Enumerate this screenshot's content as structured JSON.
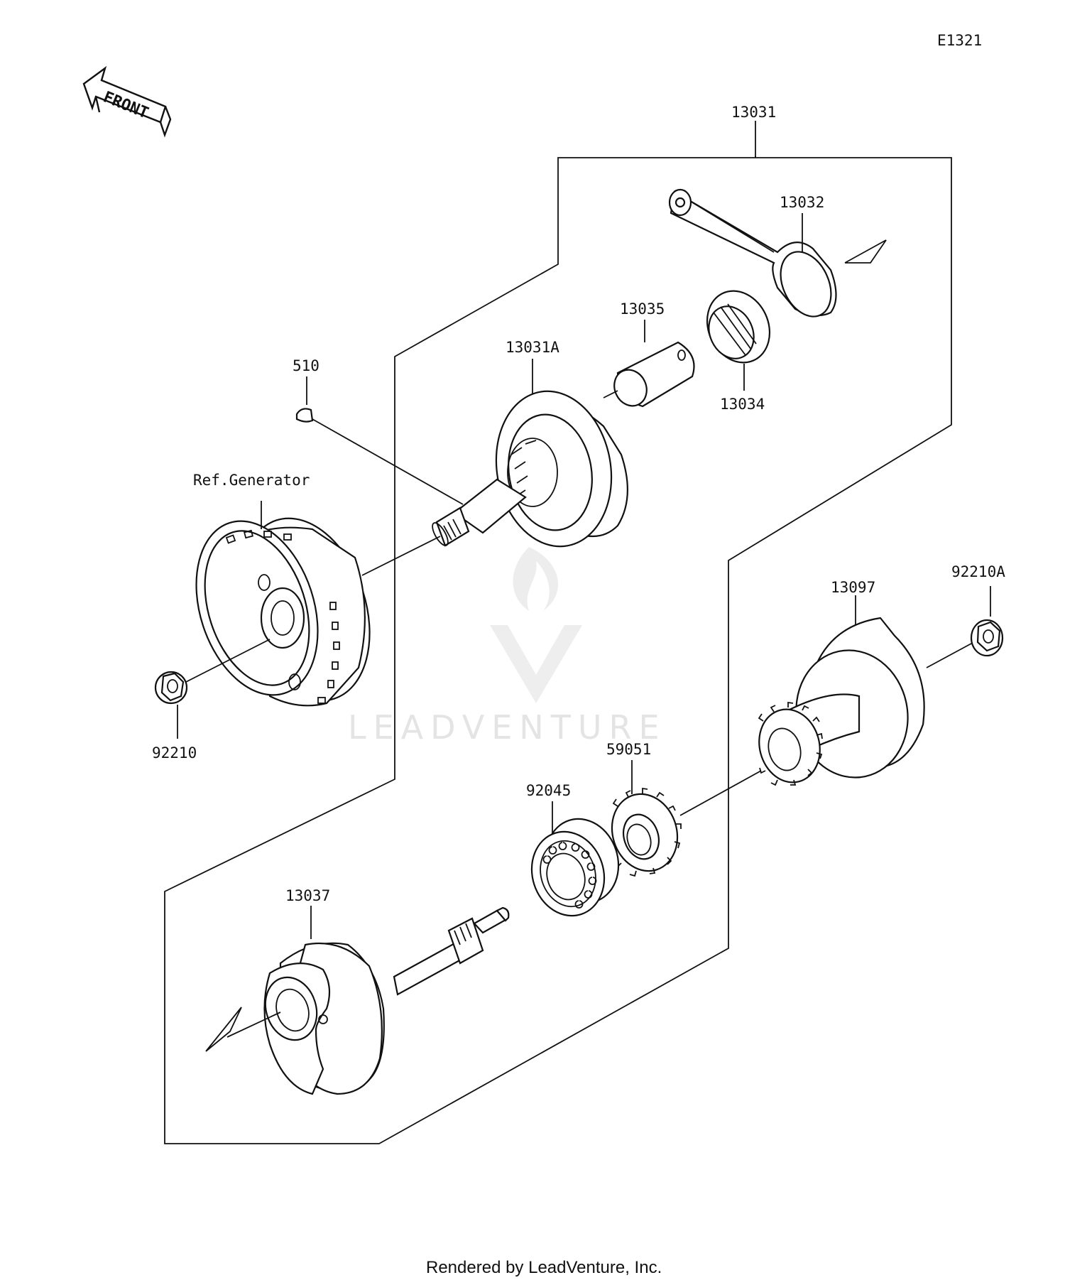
{
  "diagram_id": "E1321",
  "front_label": "FRONT",
  "watermark": "LEADVENTURE",
  "footer": "Rendered by LeadVenture, Inc.",
  "parts": {
    "p13031": "13031",
    "p13032": "13032",
    "p13035": "13035",
    "p13031A": "13031A",
    "p13034": "13034",
    "p510": "510",
    "ref_generator": "Ref.Generator",
    "p92210": "92210",
    "p92210A": "92210A",
    "p13097": "13097",
    "p59051": "59051",
    "p92045": "92045",
    "p13037": "13037"
  }
}
